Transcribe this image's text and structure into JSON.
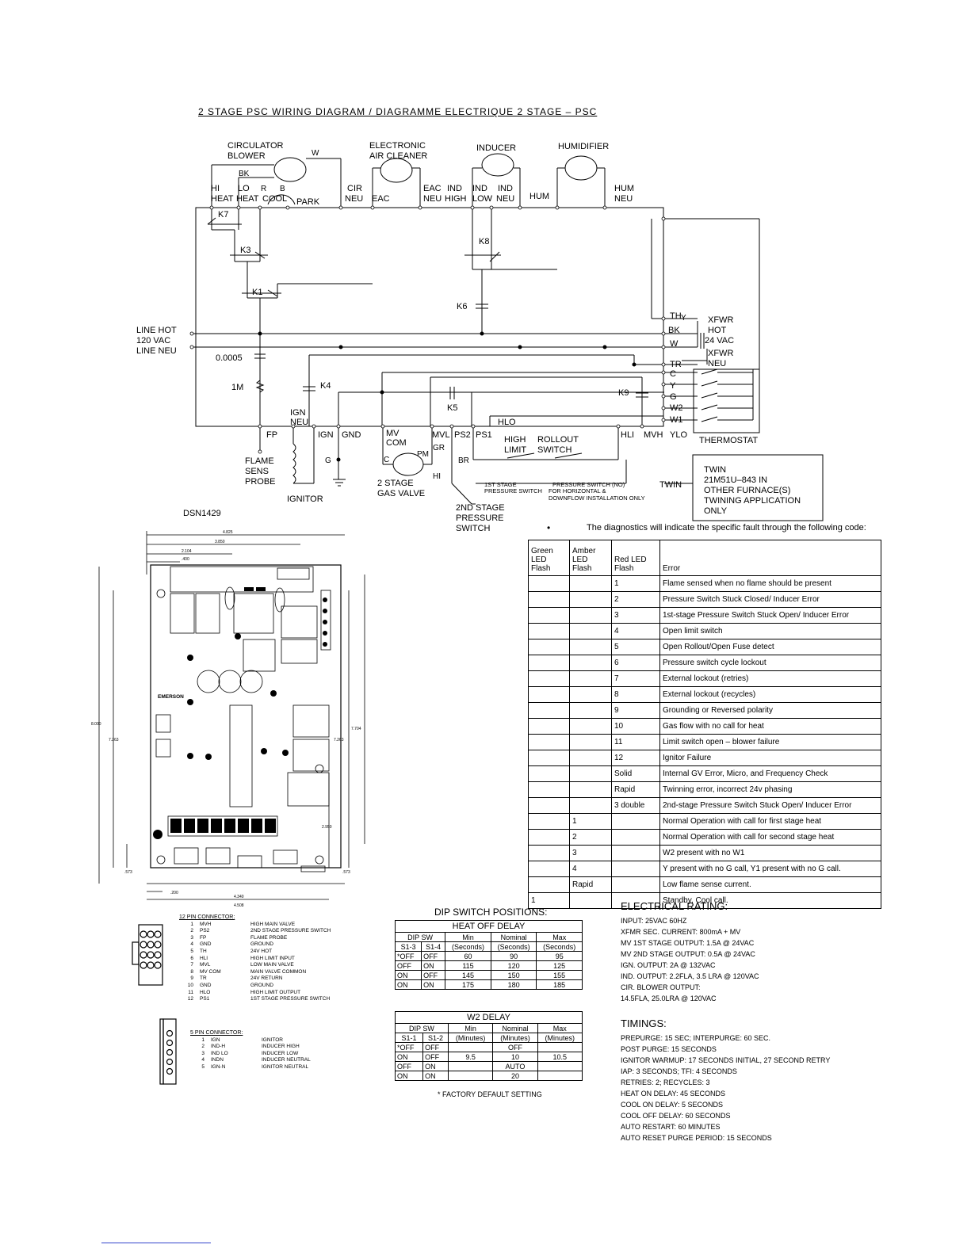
{
  "diagram": {
    "title": "2 STAGE PSC WIRING DIAGRAM / DIAGRAMME ELECTRIQUE 2 STAGE – PSC",
    "components": {
      "circulator": "CIRCULATOR",
      "blower": "BLOWER",
      "eac1": "ELECTRONIC",
      "eac2": "AIR CLEANER",
      "inducer": "INDUCER",
      "humidifier": "HUMIDIFIER",
      "thermostat": "THERMOSTAT",
      "flame1": "FLAME",
      "flame2": "SENS",
      "flame3": "PROBE",
      "ignitor": "IGNITOR",
      "gasvalve1": "2 STAGE",
      "gasvalve2": "GAS VALVE",
      "ps2_1": "2ND STAGE",
      "ps2_2": "PRESSURE",
      "ps2_3": "SWITCH",
      "high": "HIGH",
      "limit": "LIMIT",
      "rollout": "ROLLOUT",
      "switch": "SWITCH",
      "line_hot": "LINE HOT",
      "vac": "120 VAC",
      "line_neu": "LINE NEU",
      "cap": "0.0005",
      "res": "1M",
      "dsn": "DSN1429",
      "twin": "TWIN",
      "twin_note": [
        "TWIN",
        "21M51U–843 IN",
        "OTHER FURNACE(S)",
        "TWINING APPLICATION",
        "ONLY"
      ],
      "ps_note1": "1ST STAGE",
      "ps_note2": "PRESSURE SWITCH",
      "ps_note3": "PRESSURE SWITCH (NO)",
      "ps_note4": "FOR HORIZONTAL &",
      "ps_note5": "DOWNFLOW INSTALLATION ONLY",
      "xfwr_hot1": "XFWR",
      "xfwr_hot2": "HOT",
      "vac24": "24  VAC",
      "xfwr_neu1": "XFWR",
      "xfwr_neu2": "NEU"
    },
    "terminals_top": [
      "HI",
      "HEAT",
      "LO",
      "HEAT",
      "COOL",
      "PARK",
      "CIR",
      "NEU",
      "EAC",
      "EAC",
      "NEU",
      "IND",
      "HIGH",
      "IND",
      "LOW",
      "IND",
      "NEU",
      "HUM",
      "HUM",
      "NEU"
    ],
    "relays": [
      "K7",
      "K3",
      "K1",
      "K8",
      "K6",
      "K4",
      "K5",
      "K9"
    ],
    "terminals_right": [
      "TH",
      "BK",
      "W",
      "TR",
      "C",
      "Y",
      "G",
      "W2",
      "W1",
      "HLO",
      "YLO"
    ],
    "terminals_bottom": [
      "FP",
      "IGN",
      "NEU",
      "IGN",
      "GND",
      "MV",
      "COM",
      "MVL",
      "PS2",
      "PS1",
      "HLI",
      "MVH"
    ],
    "wire_colors": [
      "W",
      "BK",
      "R",
      "B",
      "Y",
      "GR",
      "BR",
      "PM",
      "HI",
      "C",
      "G"
    ]
  },
  "pcb": {
    "dims": [
      "4.825",
      "3.850",
      "2.104",
      ".400",
      "8.000",
      "7.263",
      "7.704",
      "7.263",
      "2.950",
      ".573",
      ".573",
      ".200",
      "4.340",
      "4.508"
    ],
    "brand": "EMERSON"
  },
  "connector12": {
    "title": "12 PIN CONNECTOR:",
    "rows": [
      [
        "1",
        "MVH",
        "HIGH MAIN VALVE"
      ],
      [
        "2",
        "PS2",
        "2ND STAGE PRESSURE SWITCH"
      ],
      [
        "3",
        "FP",
        "FLAME PROBE"
      ],
      [
        "4",
        "GND",
        "GROUND"
      ],
      [
        "5",
        "TH",
        "24V HOT"
      ],
      [
        "6",
        "HLI",
        "HIGH LIMIT INPUT"
      ],
      [
        "7",
        "MVL",
        "LOW MAIN VALVE"
      ],
      [
        "8",
        "MV COM",
        "MAIN VALVE COMMON"
      ],
      [
        "9",
        "TR",
        "24V RETURN"
      ],
      [
        "10",
        "GND",
        "GROUND"
      ],
      [
        "11",
        "HLO",
        "HIGH LIMIT OUTPUT"
      ],
      [
        "12",
        "PS1",
        "1ST STAGE PRESSURE SWITCH"
      ]
    ]
  },
  "connector5": {
    "title": "5 PIN CONNECTOR:",
    "rows": [
      [
        "1",
        "IGN",
        "IGNITOR"
      ],
      [
        "2",
        "IND-H",
        "INDUCER HIGH"
      ],
      [
        "3",
        "IND LO",
        "INDUCER LOW"
      ],
      [
        "4",
        "INDN",
        "INDUCER NEUTRAL"
      ],
      [
        "5",
        "IGN-N",
        "IGNITOR NEUTRAL"
      ]
    ]
  },
  "diagnostics": {
    "note": "The diagnostics will indicate the specific fault through the following code:",
    "headers": [
      "Green LED Flash",
      "Amber LED Flash",
      "Red LED Flash",
      "Error"
    ],
    "rows": [
      [
        "",
        "",
        "1",
        "Flame sensed when no flame should be present"
      ],
      [
        "",
        "",
        "2",
        "Pressure Switch Stuck Closed/ Inducer Error"
      ],
      [
        "",
        "",
        "3",
        "1st-stage Pressure Switch Stuck Open/ Inducer Error"
      ],
      [
        "",
        "",
        "4",
        "Open limit switch"
      ],
      [
        "",
        "",
        "5",
        "Open Rollout/Open Fuse detect"
      ],
      [
        "",
        "",
        "6",
        "Pressure switch cycle lockout"
      ],
      [
        "",
        "",
        "7",
        "External lockout (retries)"
      ],
      [
        "",
        "",
        "8",
        "External lockout (recycles)"
      ],
      [
        "",
        "",
        "9",
        "Grounding or Reversed polarity"
      ],
      [
        "",
        "",
        "10",
        "Gas flow with no call for heat"
      ],
      [
        "",
        "",
        "11",
        "Limit switch open – blower failure"
      ],
      [
        "",
        "",
        "12",
        "Ignitor Failure"
      ],
      [
        "",
        "",
        "Solid",
        "Internal GV Error, Micro, and Frequency Check"
      ],
      [
        "",
        "",
        "Rapid",
        "Twinning error, incorrect 24v phasing"
      ],
      [
        "",
        "",
        "3 double",
        "2nd-stage Pressure Switch Stuck Open/ Inducer Error"
      ],
      [
        "",
        "1",
        "",
        "Normal Operation with call for first stage heat"
      ],
      [
        "",
        "2",
        "",
        "Normal Operation with call for second stage heat"
      ],
      [
        "",
        "3",
        "",
        "W2 present with no W1"
      ],
      [
        "",
        "4",
        "",
        "Y present with no G call, Y1 present with no G call."
      ],
      [
        "",
        "Rapid",
        "",
        "Low flame sense current."
      ],
      [
        "1",
        "",
        "",
        "Standby, Cool call."
      ]
    ]
  },
  "dip": {
    "title": "DIP SWITCH POSITIONS:",
    "heat_off": {
      "caption": "HEAT OFF DELAY",
      "h1": [
        "DIP SW",
        "Min",
        "Nominal",
        "Max"
      ],
      "h2": [
        "S1-3",
        "S1-4",
        "(Seconds)",
        "(Seconds)",
        "(Seconds)"
      ],
      "rows": [
        [
          "*OFF",
          "OFF",
          "60",
          "90",
          "95"
        ],
        [
          "OFF",
          "ON",
          "115",
          "120",
          "125"
        ],
        [
          "ON",
          "OFF",
          "145",
          "150",
          "155"
        ],
        [
          "ON",
          "ON",
          "175",
          "180",
          "185"
        ]
      ]
    },
    "w2": {
      "caption": "W2 DELAY",
      "h1": [
        "DIP SW",
        "Min",
        "Nominal",
        "Max"
      ],
      "h2": [
        "S1-1",
        "S1-2",
        "(Minutes)",
        "(Minutes)",
        "(Minutes)"
      ],
      "rows": [
        [
          "*OFF",
          "OFF",
          "",
          "OFF",
          ""
        ],
        [
          "ON",
          "OFF",
          "9.5",
          "10",
          "10.5"
        ],
        [
          "OFF",
          "ON",
          "",
          "AUTO",
          ""
        ],
        [
          "ON",
          "ON",
          "",
          "20",
          ""
        ]
      ]
    },
    "factory": "* FACTORY DEFAULT SETTING"
  },
  "electrical": {
    "title": "ELECTRICAL RATING:",
    "lines": [
      "INPUT:  25VAC 60HZ",
      "XFMR SEC. CURRENT:  800mA + MV",
      "MV 1ST STAGE OUTPUT:  1.5A @ 24VAC",
      "MV 2ND STAGE OUTPUT:  0.5A @ 24VAC",
      "IGN. OUTPUT:  2A @ 132VAC",
      "IND. OUTPUT: 2.2FLA, 3.5 LRA @ 120VAC",
      "CIR. BLOWER OUTPUT:",
      "                       14.5FLA, 25.0LRA @ 120VAC"
    ]
  },
  "timings": {
    "title": "TIMINGS:",
    "lines": [
      "PREPURGE: 15 SEC; INTERPURGE:  60 SEC.",
      "POST PURGE:  15 SECONDS",
      "IGNITOR WARMUP: 17 SECONDS INITIAL, 27 SECOND RETRY",
      "IAP:  3 SECONDS; TFI:  4 SECONDS",
      "RETRIES:  2; RECYCLES: 3",
      "HEAT ON DELAY: 45 SECONDS",
      "COOL ON DELAY: 5 SECONDS",
      "COOL OFF DELAY: 60 SECONDS",
      "AUTO RESTART:  60 MINUTES",
      "AUTO RESET PURGE PERIOD: 15 SECONDS"
    ]
  }
}
